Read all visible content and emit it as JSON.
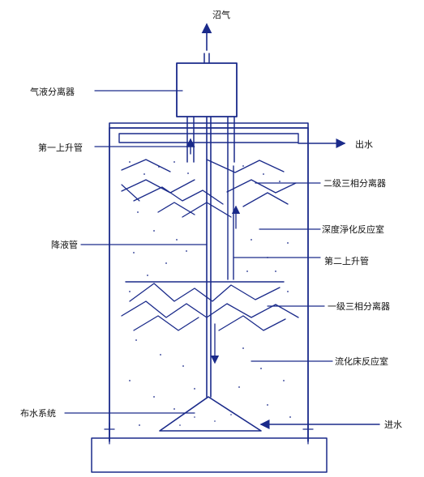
{
  "labels": {
    "biogas": "沼气",
    "gas_liquid_separator": "气液分离器",
    "first_riser": "第一上升管",
    "outlet": "出水",
    "secondary_separator": "二级三相分离器",
    "deep_purification_chamber": "深度淨化反应室",
    "downcomer": "降液管",
    "second_riser": "第二上升管",
    "primary_separator": "一级三相分离器",
    "fluidized_bed_chamber": "流化床反应室",
    "distribution_system": "布水系统",
    "inlet": "进水"
  },
  "colors": {
    "ink": "#1a2a8a",
    "text": "#111111",
    "background": "#ffffff"
  }
}
